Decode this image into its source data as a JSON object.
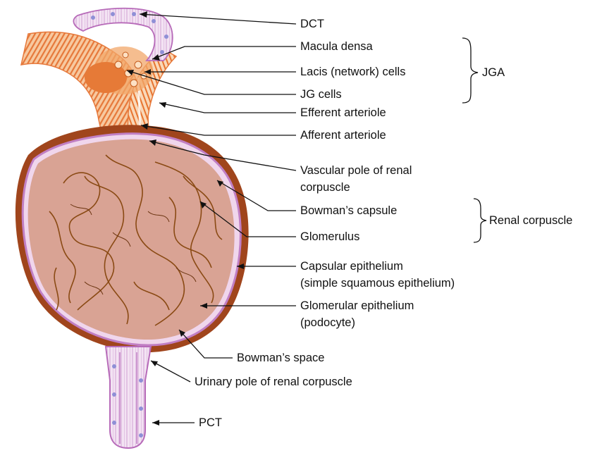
{
  "labels": {
    "dct": "DCT",
    "macula_densa": "Macula densa",
    "lacis_cells": "Lacis (network) cells",
    "jg_cells": "JG cells",
    "efferent_arteriole": "Efferent arteriole",
    "afferent_arteriole": "Afferent arteriole",
    "vascular_pole_1": "Vascular pole of renal",
    "vascular_pole_2": "corpuscle",
    "bowmans_capsule": "Bowman’s capsule",
    "glomerulus": "Glomerulus",
    "capsular_epithelium_1": "Capsular epithelium",
    "capsular_epithelium_2": "(simple squamous epithelium)",
    "glomerular_epithelium_1": "Glomerular epithelium",
    "glomerular_epithelium_2": "(podocyte)",
    "bowmans_space": "Bowman’s space",
    "urinary_pole": "Urinary pole of renal corpuscle",
    "pct": "PCT"
  },
  "groups": {
    "jga": "JGA",
    "renal_corpuscle": "Renal corpuscle"
  },
  "colors": {
    "capsule_outer": "#a0451c",
    "corpuscle_fill": "#d9a394",
    "glomerulus_lines": "#8a4a14",
    "epithelium": "#c17fc4",
    "arteriole": "#e6783a",
    "arteriole_light": "#f7c9a0",
    "tubule_fill": "#f3e3f3"
  }
}
